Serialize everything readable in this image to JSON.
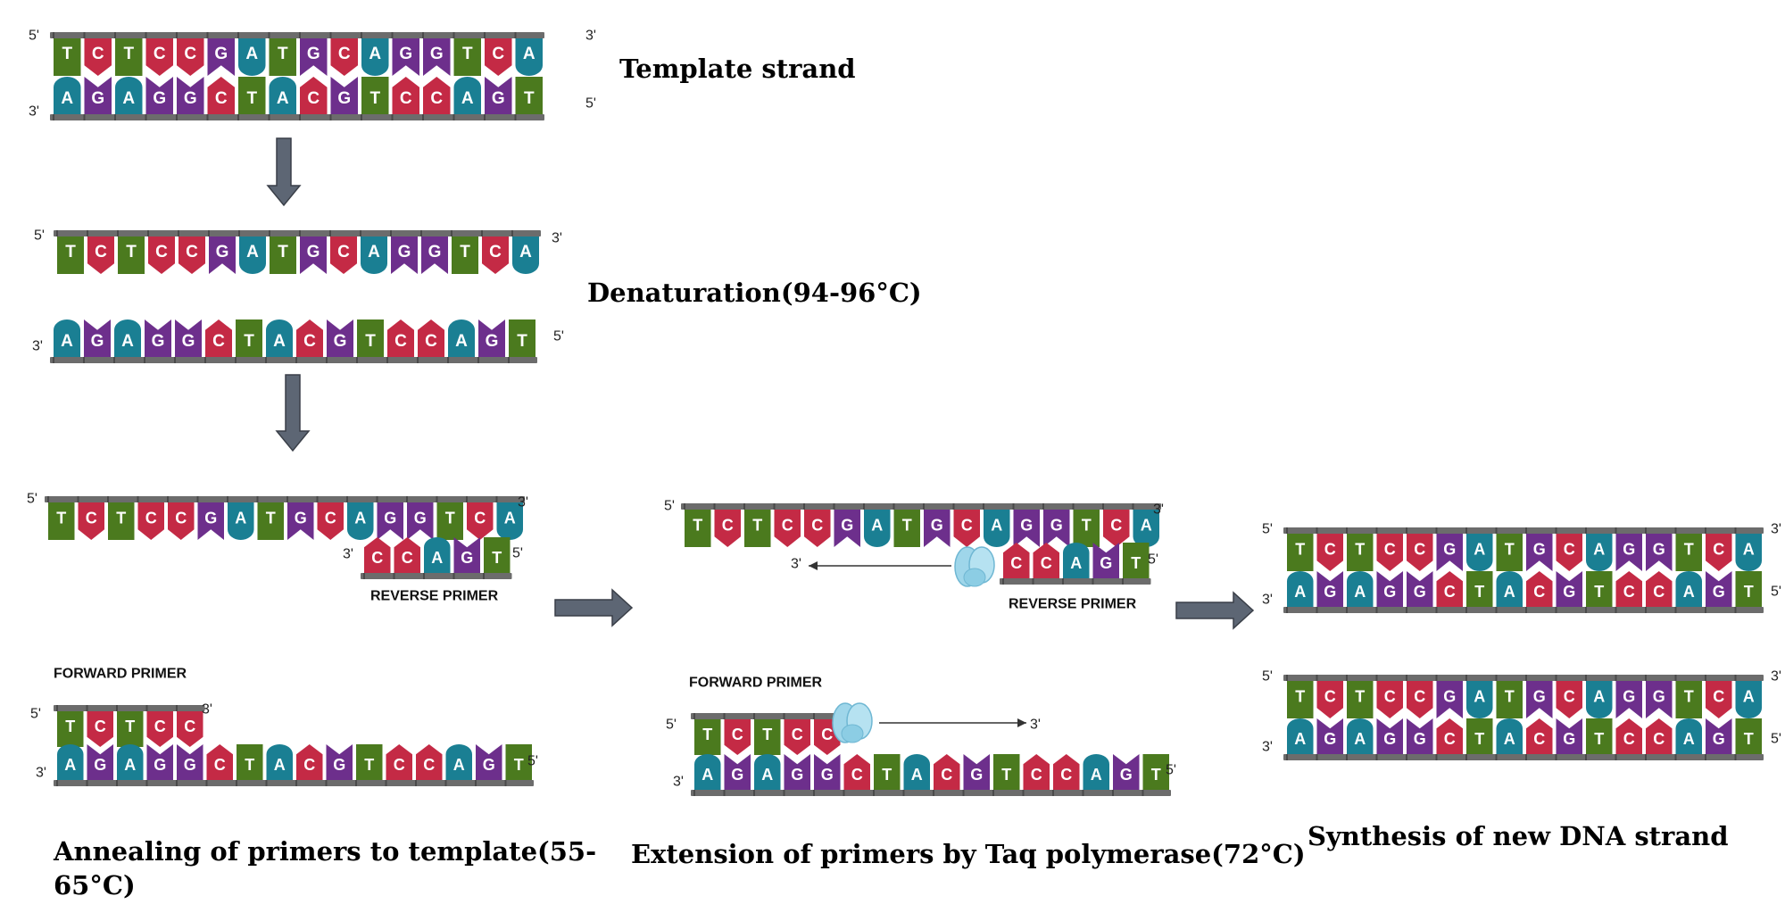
{
  "colors": {
    "T": "#4b7a1e",
    "C": "#c42a45",
    "G": "#6d2f8c",
    "A": "#1a7f93",
    "backbone": "#6c6c6c",
    "arrow": "#5d6674",
    "polymerase": "#9fd6ea"
  },
  "sequences": {
    "top": "TCTCCGATGCAGGTCA",
    "bottom": "AGAGGCTACGTCCAGT",
    "reverse_primer": "CCAGT",
    "forward_primer": "TCTCC"
  },
  "end_labels": {
    "five": "5'",
    "three": "3'"
  },
  "captions": {
    "template": "Template strand",
    "denaturation": "Denaturation(94-96°C)",
    "annealing_line1": "Annealing of primers to template(55-",
    "annealing_line2": "65°C)",
    "extension": "Extension of primers by Taq polymerase(72°C)",
    "synthesis": "Synthesis of new DNA strand"
  },
  "primer_labels": {
    "reverse": "REVERSE PRIMER",
    "forward": "FORWARD PRIMER"
  },
  "icons": {
    "step_arrow": "block-arrow-icon",
    "polymerase": "taq-polymerase-icon"
  }
}
